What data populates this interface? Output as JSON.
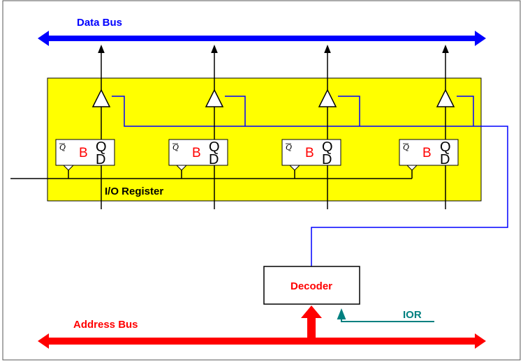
{
  "labels": {
    "data_bus": "Data Bus",
    "address_bus": "Address Bus",
    "io_register": "I/O  Register",
    "decoder": "Decoder",
    "ior": "IOR"
  },
  "flipflop": {
    "qbar": "Q",
    "b": "B",
    "q": "Q",
    "d": "D"
  },
  "colors": {
    "data_bus": "#0000ff",
    "address_bus": "#ff0000",
    "register_fill": "#ffff00",
    "enable_line": "#0000ff",
    "decoder_text": "#ff0000",
    "ior_line": "#008080",
    "ff_letter_b": "#ff0000"
  }
}
